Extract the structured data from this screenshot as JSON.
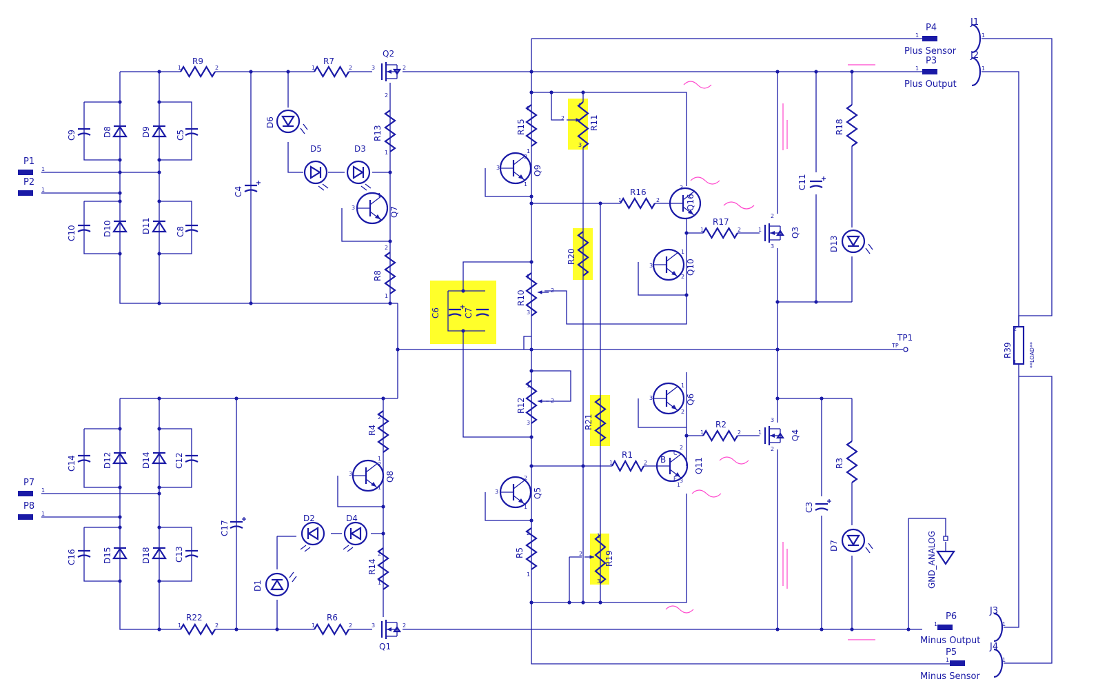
{
  "ports": {
    "P1": "P1",
    "P2": "P2",
    "P7": "P7",
    "P8": "P8",
    "P4": "P4",
    "P3": "P3",
    "P6": "P6",
    "P5": "P5",
    "plus_sensor": "Plus Sensor",
    "plus_output": "Plus Output",
    "minus_output": "Minus Output",
    "minus_sensor": "Minus Sensor",
    "tp1": "TP1",
    "tp": "TP"
  },
  "jacks": {
    "J1": "J1",
    "J2": "J2",
    "J3": "J3",
    "J4": "J4"
  },
  "load": {
    "ref": "R39",
    "value": "**LOAD**"
  },
  "ground": {
    "label": "GND_ANALOG"
  },
  "resistors": [
    "R9",
    "R7",
    "R13",
    "R8",
    "R15",
    "R11",
    "R16",
    "R17",
    "R20",
    "R10",
    "R18",
    "R12",
    "R21",
    "R2",
    "R1",
    "R3",
    "R4",
    "R14",
    "R5",
    "R19",
    "R22",
    "R6"
  ],
  "capacitors": [
    "C9",
    "C5",
    "C10",
    "C8",
    "C4",
    "C6",
    "C7",
    "C11",
    "C14",
    "C12",
    "C16",
    "C13",
    "C17",
    "C3"
  ],
  "diodes": [
    "D8",
    "D9",
    "D10",
    "D11",
    "D12",
    "D14",
    "D15",
    "D18"
  ],
  "leds": [
    "D6",
    "D5",
    "D3",
    "D13",
    "D2",
    "D4",
    "D1",
    "D7"
  ],
  "transistors": [
    "Q2",
    "Q7",
    "Q9",
    "Q16",
    "Q10",
    "Q3",
    "Q6",
    "Q11",
    "Q5",
    "Q8",
    "Q1",
    "Q4"
  ],
  "pins": {
    "p1": "1",
    "p2": "2",
    "p3": "3",
    "B": "B",
    "C": "C",
    "E": "E"
  },
  "highlight_color": "#ffff2a",
  "wire_color": "#1a1aa6",
  "annotation_color": "#ff44cc"
}
